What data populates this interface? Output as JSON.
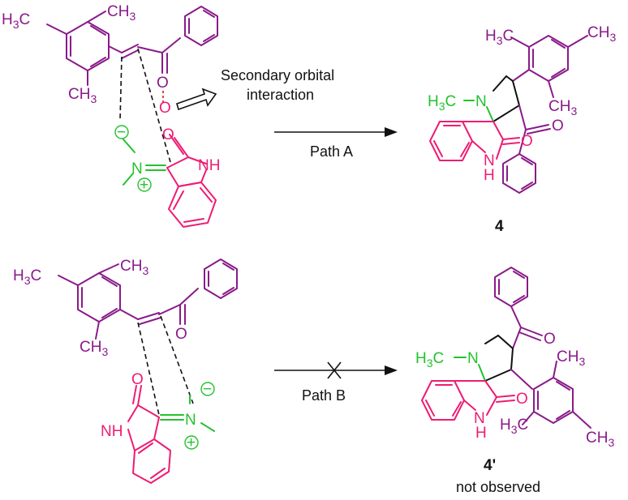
{
  "colors": {
    "aryl": "#8a1a8a",
    "oxindole": "#ee1c74",
    "ylide": "#22c22e",
    "ink": "#111111",
    "interaction": "#e03030"
  },
  "labels": {
    "secondary_line1": "Secondary orbital",
    "secondary_line2": "interaction",
    "path_a": "Path A",
    "path_b": "Path B",
    "product_a_number": "4",
    "product_b_number": "4'",
    "product_b_note": "not observed"
  },
  "atoms": {
    "h3c": "H",
    "three": "3",
    "c": "C",
    "ch": "CH",
    "o": "O",
    "n": "N",
    "nh": "NH",
    "h": "H",
    "minus": "−",
    "plus": "+"
  }
}
